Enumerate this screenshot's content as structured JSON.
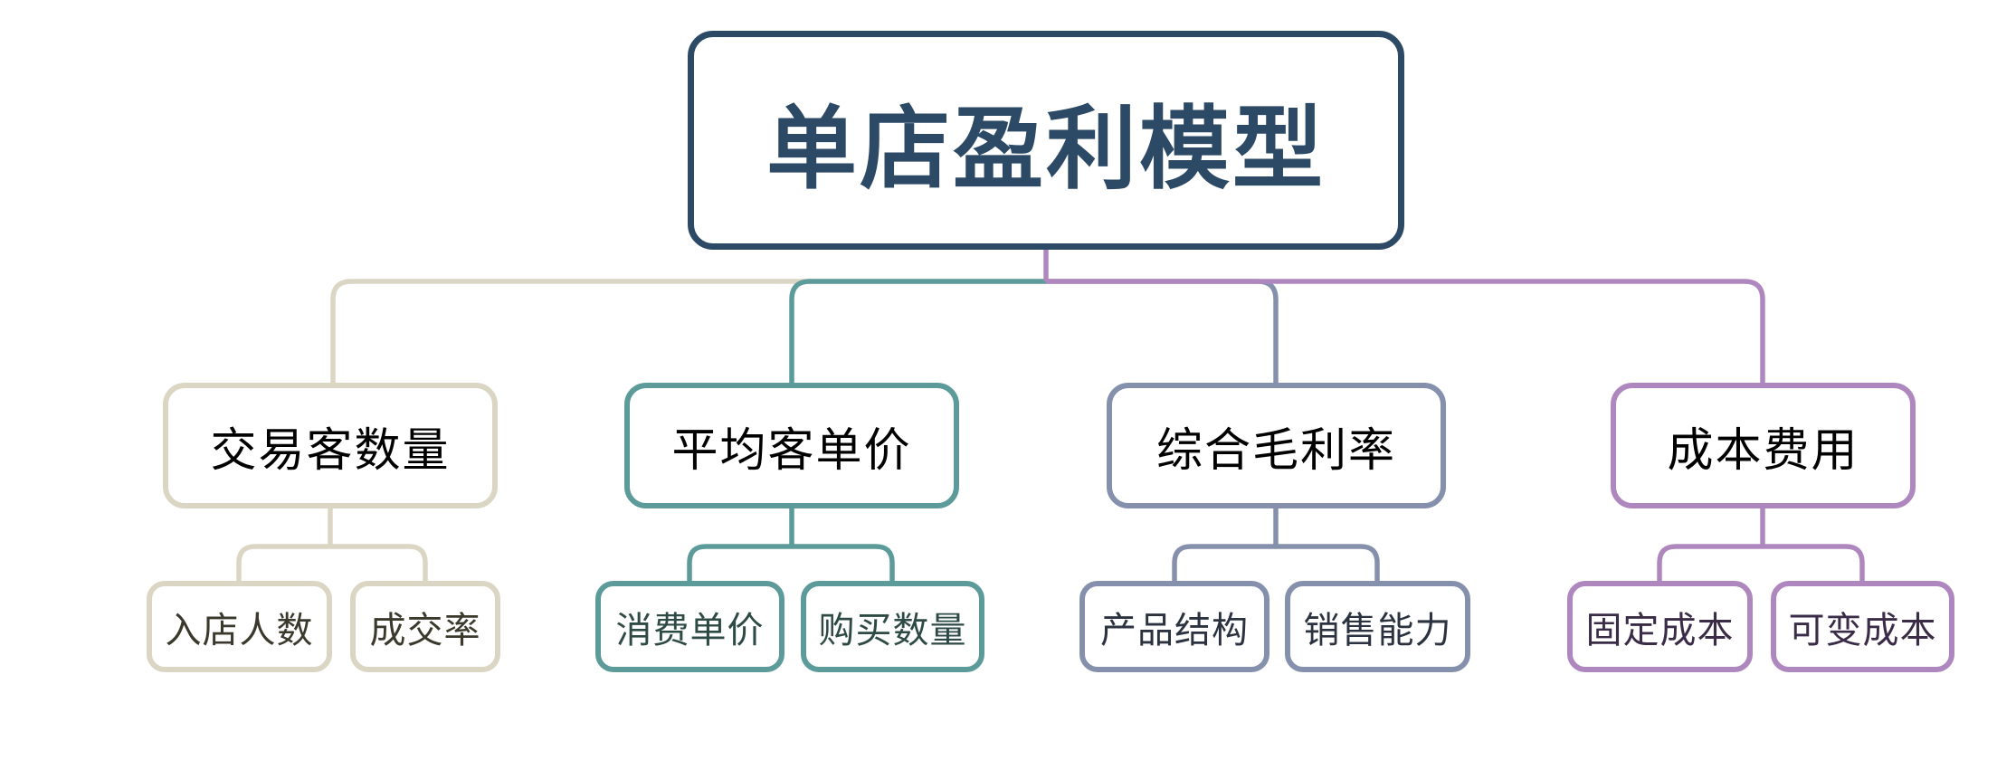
{
  "background": "#ffffff",
  "node_text_color": "#000000",
  "title": {
    "label": "单店盈利模型",
    "color": "#2c4a66"
  },
  "branches": [
    {
      "label": "交易客数量",
      "color": "#dbd6c3",
      "child_text_color": "#3a392c",
      "children": [
        "入店人数",
        "成交率"
      ]
    },
    {
      "label": "平均客单价",
      "color": "#5d9b9b",
      "child_text_color": "#2d4a44",
      "children": [
        "消费单价",
        "购买数量"
      ]
    },
    {
      "label": "综合毛利率",
      "color": "#8590ac",
      "child_text_color": "#2c3340",
      "children": [
        "产品结构",
        "销售能力"
      ]
    },
    {
      "label": "成本费用",
      "color": "#af87bf",
      "child_text_color": "#3a2b47",
      "children": [
        "固定成本",
        "可变成本"
      ]
    }
  ]
}
